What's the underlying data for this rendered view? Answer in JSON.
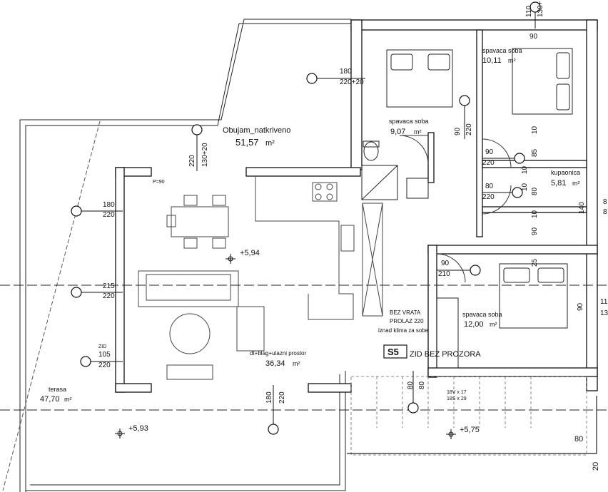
{
  "rooms": {
    "obujam": {
      "name": "Obujam_natkriveno",
      "area": "51,57",
      "unit": "m²"
    },
    "spavaca1": {
      "name": "spavaca soba",
      "area": "9,07",
      "unit": "m²"
    },
    "spavaca2": {
      "name": "spavaca soba",
      "area": "10,11",
      "unit": "m²"
    },
    "kupaonica": {
      "name": "kupaonica",
      "area": "5,81",
      "unit": "m²"
    },
    "spavaca3": {
      "name": "spavaca soba",
      "area": "12,00",
      "unit": "m²"
    },
    "dnevni": {
      "name": "dt+blag+ulazni prostor",
      "area": "36,34",
      "unit": "m²"
    },
    "terasa": {
      "name": "terasa",
      "area": "47,70",
      "unit": "m²"
    }
  },
  "levels": {
    "main": "+5,94",
    "terrace": "+5,93",
    "stair": "+5,75"
  },
  "notes": {
    "door_note_1": "BEZ VRATA",
    "door_note_2": "PROLAZ 220",
    "door_note_3": "iznad klima za sobe",
    "section_tag": "S5",
    "section_note": "ZID BEZ PROZORA",
    "range_label": "P=90",
    "stair_1": "18V x 17",
    "stair_2": "18S x 29",
    "zid": "ZID"
  },
  "openings": {
    "o1_w": "180",
    "o1_h": "220+20",
    "o2_w": "220",
    "o2_h": "130+20",
    "o3_w": "180",
    "o3_h": "220",
    "o4_w": "215",
    "o4_h": "220",
    "o5_w": "105",
    "o5_h": "220",
    "o6_w": "180",
    "o6_h": "220",
    "o7_w": "90",
    "o7_h": "220",
    "o8_w": "90",
    "o8_h": "220",
    "o9_w": "80",
    "o9_h": "220",
    "o10_w": "90",
    "o10_h": "210",
    "o11_w": "80",
    "o11_h": "80",
    "top_a": "110",
    "top_b": "130+",
    "top_c": "90",
    "d10a": "10",
    "d85": "85",
    "d10b": "10",
    "d80": "80",
    "d10c": "10",
    "d10d": "10",
    "d90": "90",
    "d25": "25",
    "d140": "140",
    "e8a": "8",
    "e8b": "8",
    "e90": "90",
    "e11": "11",
    "e13": "13",
    "corner80": "80",
    "corner20": "20"
  }
}
